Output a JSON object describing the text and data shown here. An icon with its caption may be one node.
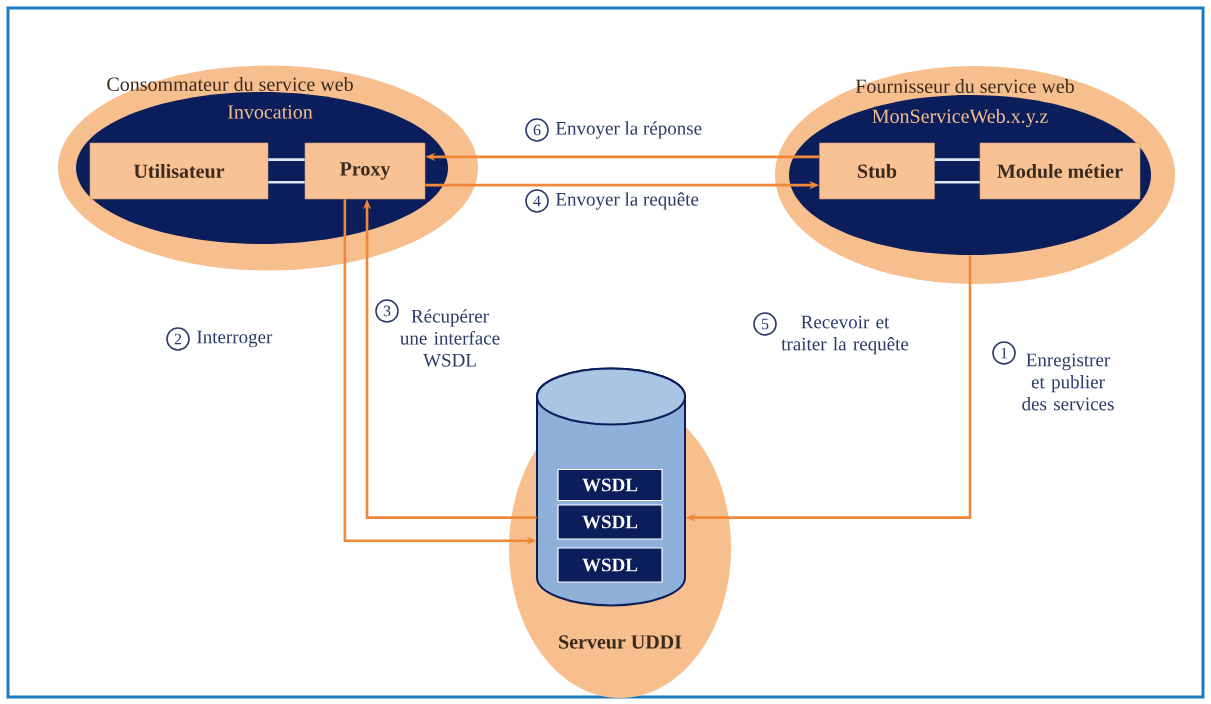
{
  "diagram": {
    "nodes": [
      {
        "text": [
          "Consommateur du service web"
        ]
      },
      {
        "text": [
          "Invocation"
        ],
        "in": 0
      },
      {
        "text": [
          "Utilisateur"
        ],
        "in": 1
      },
      {
        "text": [
          "Proxy"
        ],
        "in": 1
      },
      {
        "text": [
          "Fournisseur du service web"
        ]
      },
      {
        "text": [
          "MonServiceWeb.x.y.z"
        ],
        "in": 4
      },
      {
        "text": [
          "Stub"
        ],
        "in": 5
      },
      {
        "text": [
          "Module métier"
        ],
        "in": 5
      },
      {
        "text": [
          "Serveur UDDI"
        ]
      },
      {
        "text": [],
        "shape": "cylinder",
        "in": 8
      },
      {
        "text": [
          "WSDL"
        ],
        "in": 9
      },
      {
        "text": [
          "WSDL"
        ],
        "in": 9
      },
      {
        "text": [
          "WSDL"
        ],
        "in": 9
      }
    ],
    "edges": [
      {
        "from": 2,
        "to": 3,
        "arrow": "none",
        "color": "#dfe6f2"
      },
      {
        "from": 2,
        "to": 3,
        "arrow": "none",
        "color": "#dfe6f2"
      },
      {
        "from": 6,
        "to": 7,
        "arrow": "none",
        "color": "#dfe6f2"
      },
      {
        "from": 6,
        "to": 7,
        "arrow": "none",
        "color": "#dfe6f2"
      },
      {
        "from": 6,
        "to": 3,
        "arrow": "to",
        "label": "Envoyer la réponse"
      },
      {
        "from": 3,
        "to": 6,
        "arrow": "to",
        "label": "Envoyer la requête"
      },
      {
        "from": 3,
        "to": 9,
        "arrow": "to",
        "label": "Interroger"
      },
      {
        "from": 9,
        "to": 3,
        "arrow": "to",
        "label": "Récupérer une interface WSDL"
      },
      {
        "from": 5,
        "to": 9,
        "arrow": "to",
        "label": "Enregistrer et publier des services"
      }
    ],
    "labels": [
      "6",
      "4",
      "3",
      "5",
      "Recevoir et traiter la requête",
      "2",
      "1"
    ]
  }
}
